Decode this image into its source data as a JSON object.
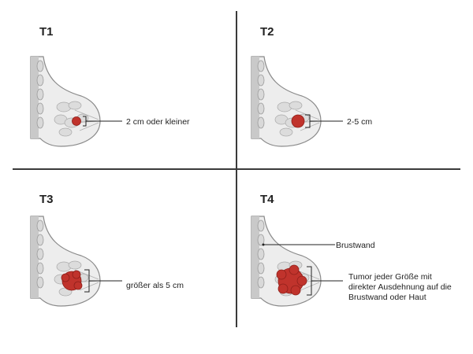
{
  "panels": [
    {
      "stage": "T1",
      "label": "2 cm oder kleiner"
    },
    {
      "stage": "T2",
      "label": "2-5 cm"
    },
    {
      "stage": "T3",
      "label": "größer als 5 cm"
    },
    {
      "stage": "T4",
      "wall_label": "Brustwand",
      "label": "Tumor jeder Größe mit direkter Ausdehnung auf die Brustwand oder Haut"
    }
  ],
  "colors": {
    "tumor": "#c0332c",
    "tumor_dark": "#8e1f1a",
    "tissue": "#e6e6e6",
    "ribs": "#c9c9c9",
    "outline": "#8a8a8a",
    "divider": "#3a3a3a"
  }
}
